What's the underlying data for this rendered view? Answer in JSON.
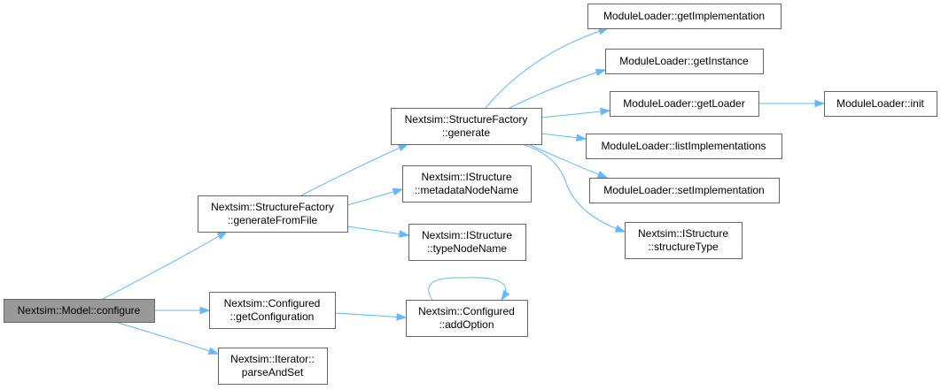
{
  "nodes": [
    {
      "id": "model_configure",
      "lines": [
        "Nextsim::Model::configure"
      ],
      "root": true
    },
    {
      "id": "sf_generateFromFile",
      "lines": [
        "Nextsim::StructureFactory",
        "::generateFromFile"
      ]
    },
    {
      "id": "sf_generate",
      "lines": [
        "Nextsim::StructureFactory",
        "::generate"
      ]
    },
    {
      "id": "is_metadataNodeName",
      "lines": [
        "Nextsim::IStructure",
        "::metadataNodeName"
      ]
    },
    {
      "id": "is_typeNodeName",
      "lines": [
        "Nextsim::IStructure",
        "::typeNodeName"
      ]
    },
    {
      "id": "configured_getConfiguration",
      "lines": [
        "Nextsim::Configured",
        "::getConfiguration"
      ]
    },
    {
      "id": "configured_addOption",
      "lines": [
        "Nextsim::Configured",
        "::addOption"
      ]
    },
    {
      "id": "iterator_parseAndSet",
      "lines": [
        "Nextsim::Iterator::",
        "parseAndSet"
      ]
    },
    {
      "id": "ml_getImplementation",
      "lines": [
        "ModuleLoader::getImplementation"
      ]
    },
    {
      "id": "ml_getInstance",
      "lines": [
        "ModuleLoader::getInstance"
      ]
    },
    {
      "id": "ml_getLoader",
      "lines": [
        "ModuleLoader::getLoader"
      ]
    },
    {
      "id": "ml_init",
      "lines": [
        "ModuleLoader::init"
      ]
    },
    {
      "id": "ml_listImplementations",
      "lines": [
        "ModuleLoader::listImplementations"
      ]
    },
    {
      "id": "ml_setImplementation",
      "lines": [
        "ModuleLoader::setImplementation"
      ]
    },
    {
      "id": "is_structureType",
      "lines": [
        "Nextsim::IStructure",
        "::structureType"
      ]
    }
  ],
  "edges": [
    {
      "from": "model_configure",
      "to": "sf_generateFromFile"
    },
    {
      "from": "model_configure",
      "to": "configured_getConfiguration"
    },
    {
      "from": "model_configure",
      "to": "iterator_parseAndSet"
    },
    {
      "from": "sf_generateFromFile",
      "to": "sf_generate"
    },
    {
      "from": "sf_generateFromFile",
      "to": "is_metadataNodeName"
    },
    {
      "from": "sf_generateFromFile",
      "to": "is_typeNodeName"
    },
    {
      "from": "sf_generate",
      "to": "ml_getImplementation"
    },
    {
      "from": "sf_generate",
      "to": "ml_getInstance"
    },
    {
      "from": "sf_generate",
      "to": "ml_getLoader"
    },
    {
      "from": "sf_generate",
      "to": "ml_listImplementations"
    },
    {
      "from": "sf_generate",
      "to": "ml_setImplementation"
    },
    {
      "from": "sf_generate",
      "to": "is_structureType"
    },
    {
      "from": "ml_getLoader",
      "to": "ml_init"
    },
    {
      "from": "configured_getConfiguration",
      "to": "configured_addOption"
    },
    {
      "from": "configured_addOption",
      "to": "configured_addOption"
    }
  ],
  "colors": {
    "edge": "#63b8ff",
    "node_border": "#666666",
    "root_fill": "#999999"
  }
}
